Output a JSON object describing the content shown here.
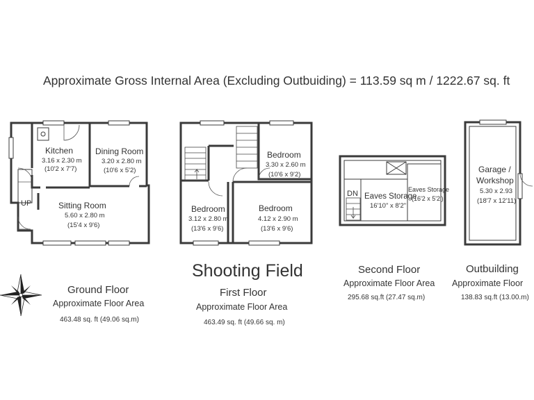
{
  "header": {
    "area_summary": "Approximate Gross Internal Area (Excluding Outbuiding) = 113.59 sq m / 1222.67 sq. ft"
  },
  "property_name": "Shooting Field",
  "ground_floor": {
    "name": "Ground Floor",
    "subtitle": "Approximate Floor Area",
    "area": "463.48 sq. ft (49.06 sq.m)",
    "up_label": "UP",
    "rooms": {
      "kitchen": {
        "name": "Kitchen",
        "metric": "3.16 x 2.30 m",
        "imperial": "(10'2 x 7'7)"
      },
      "dining": {
        "name": "Dining Room",
        "metric": "3.20 x 2.80 m",
        "imperial": "(10'6 x 5'2)"
      },
      "sitting": {
        "name": "Sitting Room",
        "metric": "5.60 x 2.80 m",
        "imperial": "(15'4 x 9'6)"
      }
    }
  },
  "first_floor": {
    "name": "First Floor",
    "subtitle": "Approximate Floor Area",
    "area": "463.49 sq. ft (49.66 sq. m)",
    "rooms": {
      "bedroom_top": {
        "name": "Bedroom",
        "metric": "3.30 x 2.60 m",
        "imperial": "(10'6 x 9'2)"
      },
      "bedroom_left": {
        "name": "Bedroom",
        "metric": "3.12 x 2.80 m",
        "imperial": "(13'6 x 9'6)"
      },
      "bedroom_right": {
        "name": "Bedroom",
        "metric": "4.12 x 2.90 m",
        "imperial": "(13'6 x 9'6)"
      }
    }
  },
  "second_floor": {
    "name": "Second Floor",
    "subtitle": "Approximate Floor Area",
    "area": "295.68 sq.ft (27.47 sq.m)",
    "dn_label": "DN",
    "rooms": {
      "eaves_main": {
        "name": "Eaves Storage",
        "imperial": "16'10\" x 8'2\""
      },
      "eaves_small": {
        "name": "Eaves Storage",
        "imperial": "(16'2 x 5'2')"
      }
    }
  },
  "outbuilding": {
    "name": "Outbuilding",
    "subtitle": "Approximate Floor",
    "area": "138.83 sq.ft (13.00.m)",
    "rooms": {
      "garage": {
        "line1": "Garage /",
        "line2": "Workshop",
        "metric": "5.30 x 2.93",
        "imperial": "(18'7 x 12'11)"
      }
    }
  },
  "compass": {
    "icon": "compass-rose-icon"
  }
}
